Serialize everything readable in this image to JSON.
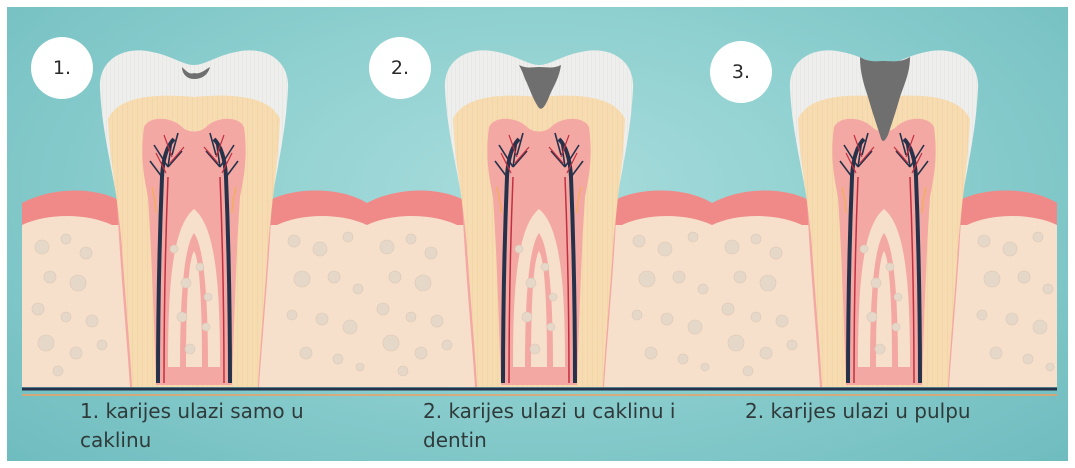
{
  "panels": [
    {
      "number": "1.",
      "caption": "1. karijes ulazi samo u caklinu"
    },
    {
      "number": "2.",
      "caption": "2. karijes ulazi u caklinu i dentin"
    },
    {
      "number": "3.",
      "caption": "2. karijes ulazi u pulpu"
    }
  ],
  "colors": {
    "background": "#8fd0d0",
    "enamel": "#eeeeec",
    "dentin": "#f6dcb0",
    "pulp": "#f4a8a4",
    "gum": "#f08a88",
    "bone": "#f6dfcb",
    "bone_spots": "#e6d8c8",
    "caries": "#6f6f6f",
    "nerve": "#26324a",
    "vessel": "#c03040"
  }
}
